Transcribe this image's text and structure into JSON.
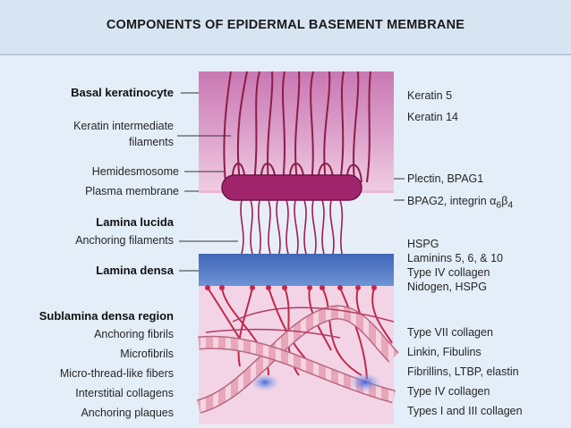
{
  "title": "COMPONENTS OF EPIDERMAL BASEMENT MEMBRANE",
  "left_labels": {
    "basal_keratinocyte": "Basal keratinocyte",
    "keratin_if_1": "Keratin intermediate",
    "keratin_if_2": "filaments",
    "hemidesmosome": "Hemidesmosome",
    "plasma_membrane": "Plasma membrane",
    "lamina_lucida": "Lamina lucida",
    "anchoring_filaments": "Anchoring filaments",
    "lamina_densa": "Lamina densa",
    "sublamina_densa": "Sublamina densa region",
    "anchoring_fibrils": "Anchoring fibrils",
    "microfibrils": "Microfibrils",
    "micro_thread": "Micro-thread-like fibers",
    "interstitial_collagens": "Interstitial collagens",
    "anchoring_plaques": "Anchoring plaques"
  },
  "right_labels": {
    "keratin5": "Keratin 5",
    "keratin14": "Keratin 14",
    "plectin": "Plectin, BPAG1",
    "bpag2": "BPAG2, integrin α",
    "bpag2_sub1": "6",
    "bpag2_beta": "β",
    "bpag2_sub2": "4",
    "hspg": "HSPG",
    "laminins": "Laminins 5, 6, & 10",
    "type4_a": "Type IV collagen",
    "nidogen": "Nidogen, HSPG",
    "type7": "Type VII collagen",
    "linkin": "Linkin, Fibulins",
    "fibrillins": "Fibrillins, LTBP, elastin",
    "type4_b": "Type IV collagen",
    "types1_3": "Types I and III collagen"
  },
  "colors": {
    "keratinocyte": "#d88fc2",
    "hemidesmosome": "#a0256c",
    "filament": "#8c1d49",
    "lamina_densa": "#4f78c4",
    "sublamina": "#f0c8de",
    "collagen": "#e8a6bb",
    "plaque": "#4a6fd6"
  }
}
